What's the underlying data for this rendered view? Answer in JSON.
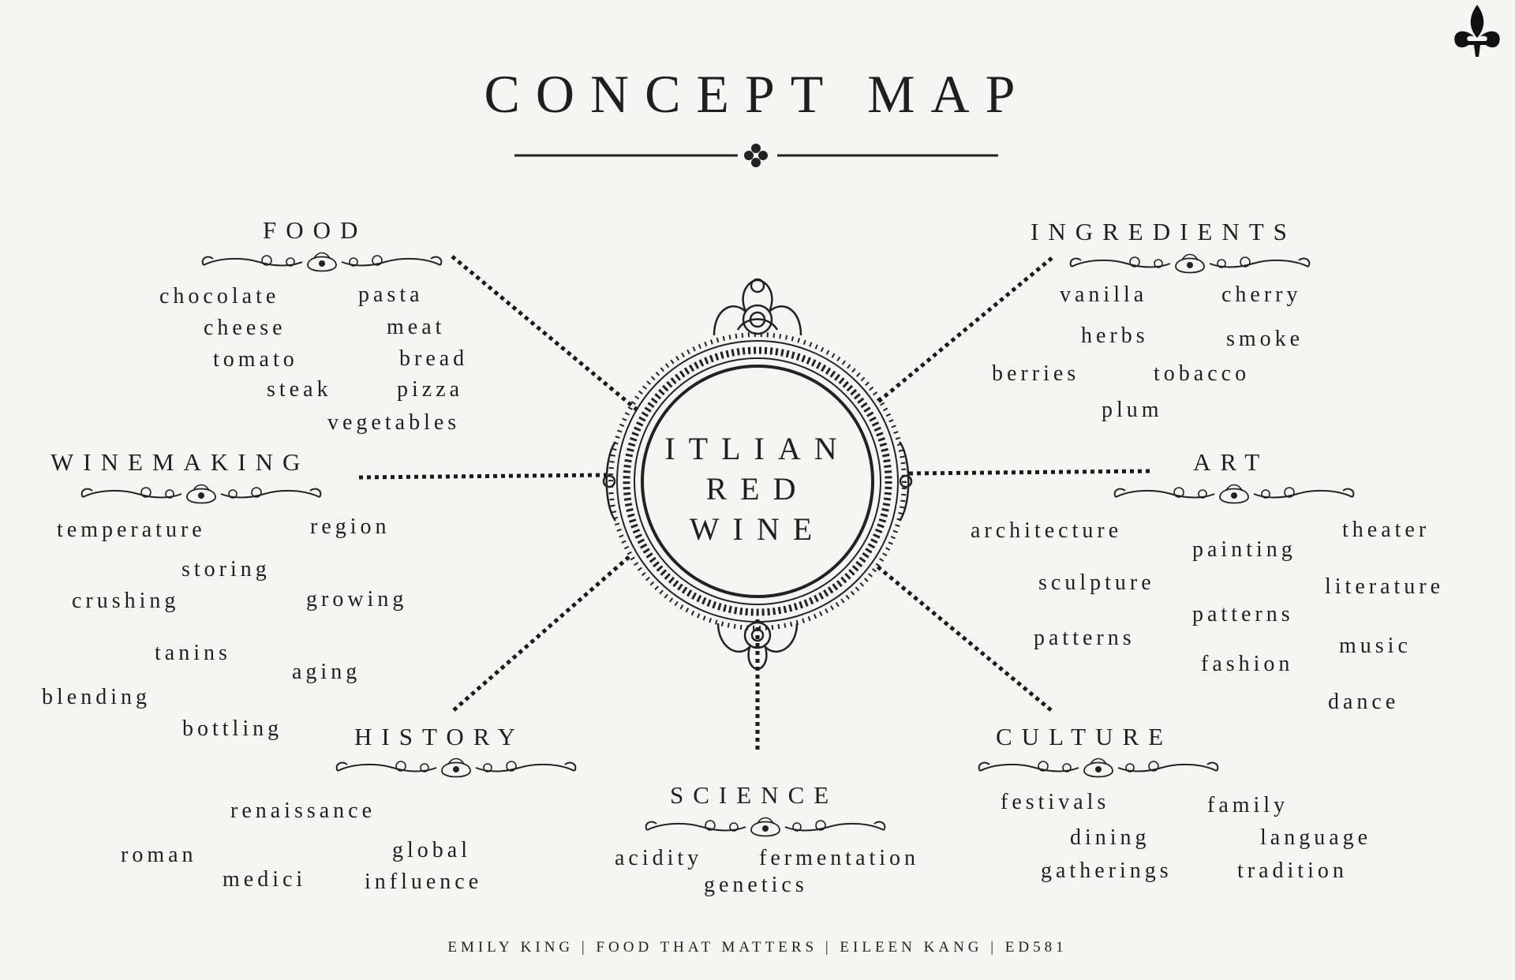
{
  "title": "CONCEPT MAP",
  "center": {
    "lines": [
      "ITLIAN",
      "RED",
      "WINE"
    ]
  },
  "categories": [
    {
      "heading": "FOOD",
      "words": [
        "chocolate",
        "pasta",
        "cheese",
        "meat",
        "tomato",
        "bread",
        "steak",
        "pizza",
        "vegetables"
      ]
    },
    {
      "heading": "INGREDIENTS",
      "words": [
        "vanilla",
        "cherry",
        "herbs",
        "smoke",
        "berries",
        "tobacco",
        "plum"
      ]
    },
    {
      "heading": "WINEMAKING",
      "words": [
        "temperature",
        "region",
        "storing",
        "crushing",
        "growing",
        "tanins",
        "aging",
        "blending",
        "bottling"
      ]
    },
    {
      "heading": "ART",
      "words": [
        "architecture",
        "theater",
        "painting",
        "sculpture",
        "literature",
        "patterns",
        "patterns",
        "music",
        "fashion",
        "dance"
      ]
    },
    {
      "heading": "HISTORY",
      "words": [
        "renaissance",
        "roman",
        "global",
        "medici",
        "influence"
      ]
    },
    {
      "heading": "SCIENCE",
      "words": [
        "acidity",
        "fermentation",
        "genetics"
      ]
    },
    {
      "heading": "CULTURE",
      "words": [
        "festivals",
        "family",
        "dining",
        "language",
        "gatherings",
        "tradition"
      ]
    }
  ],
  "footer": "EMILY KING  |  FOOD THAT MATTERS  |  EILEEN KANG  |  ED581",
  "icons": {
    "logo": "fleur-de-lis-icon"
  },
  "colors": {
    "ink": "#1f1f1f",
    "background": "#f5f5f4"
  }
}
